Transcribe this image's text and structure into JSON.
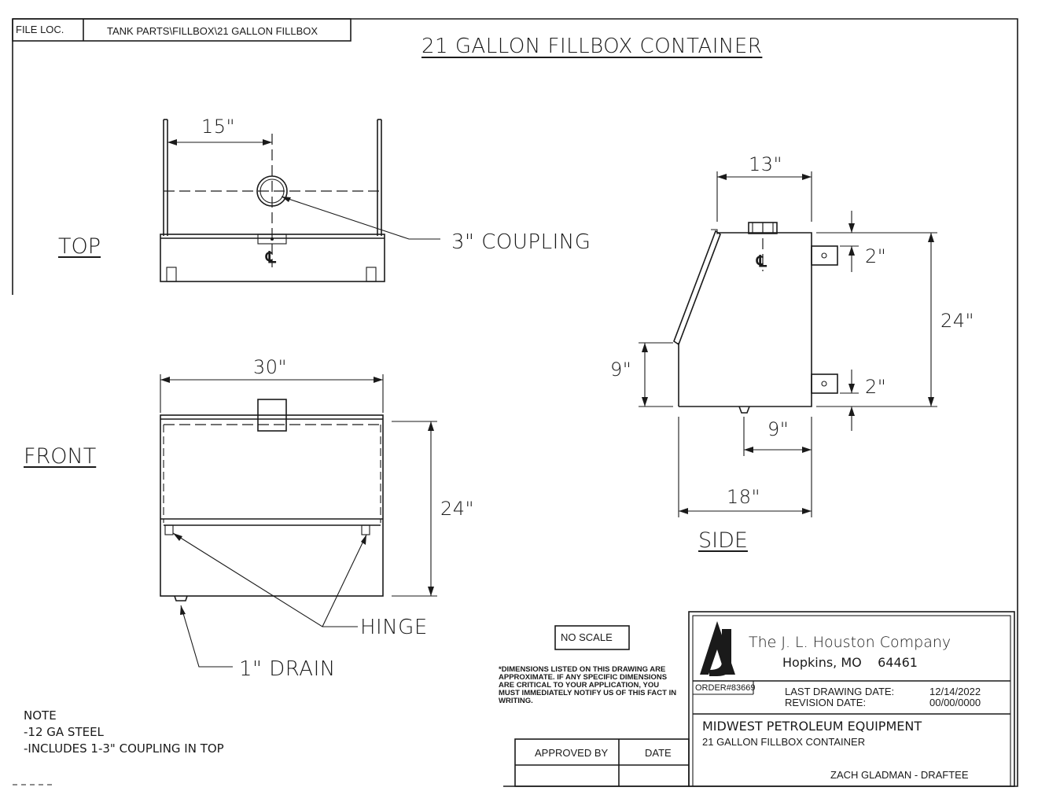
{
  "file_loc": {
    "label": "FILE LOC.",
    "path": "TANK PARTS\\FILLBOX\\21 GALLON FILLBOX"
  },
  "title": "21 GALLON FILLBOX CONTAINER",
  "views": {
    "top": "TOP",
    "front": "FRONT",
    "side": "SIDE"
  },
  "dimensions": {
    "top_width": "15\"",
    "front_width": "30\"",
    "front_height": "24\"",
    "side_depth_top": "13\"",
    "side_height": "24\"",
    "side_tab_top": "2\"",
    "side_tab_bottom": "2\"",
    "side_front_height": "9\"",
    "side_drain_offset": "9\"",
    "side_depth": "18\""
  },
  "callouts": {
    "coupling": "3\" COUPLING",
    "hinge": "HINGE",
    "drain": "1\" DRAIN",
    "centerline": "℄"
  },
  "notes": [
    "NOTE",
    "-12 GA STEEL",
    "-INCLUDES 1-3\" COUPLING IN TOP"
  ],
  "no_scale": "NO SCALE",
  "disclaimer": "*DIMENSIONS LISTED ON THIS DRAWING ARE APPROXIMATE. IF ANY SPECIFIC DIMENSIONS ARE CRITICAL TO YOUR APPLICATION, YOU MUST IMMEDIATELY NOTIFY US OF THIS FACT IN WRITING.",
  "approval": {
    "approved_by": "APPROVED BY",
    "date": "DATE"
  },
  "title_block": {
    "company": "The J. L. Houston Company",
    "location": "Hopkins, MO    64461",
    "order": "ORDER#83669",
    "last_drawing_label": "LAST DRAWING DATE:",
    "last_drawing_date": "12/14/2022",
    "revision_label": "REVISION DATE:",
    "revision_date": "00/00/0000",
    "customer": "MIDWEST PETROLEUM EQUIPMENT",
    "part": "21 GALLON FILLBOX CONTAINER",
    "drafter": "ZACH GLADMAN - DRAFTEE"
  }
}
